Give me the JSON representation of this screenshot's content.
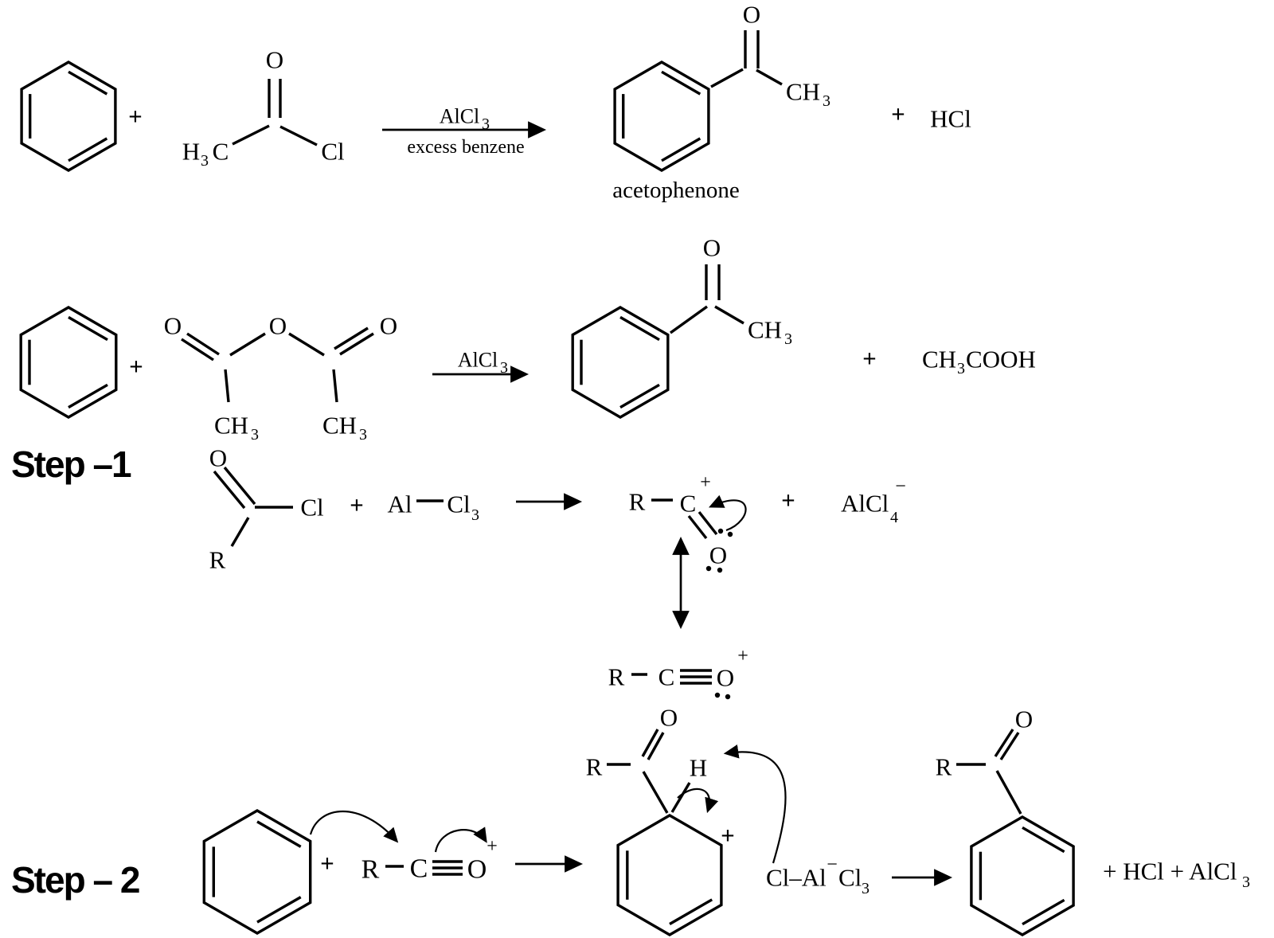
{
  "row1": {
    "plus_reactants": "+",
    "acetyl_chloride": {
      "H": "H",
      "sub3": "3",
      "C": "C",
      "O": "O",
      "Cl": "Cl"
    },
    "conditions": {
      "above": "AlCl",
      "above_sub": "3",
      "below": "excess benzene"
    },
    "acetophenone": {
      "O": "O",
      "CH": "CH",
      "sub3": "3",
      "caption": "acetophenone"
    },
    "plus_products": "+",
    "hcl": "HCl"
  },
  "row2": {
    "plus_reactants": "+",
    "acetic_anhydride": {
      "O_left": "O",
      "O_center": "O",
      "O_right": "O",
      "CH_left": "CH",
      "sub3_left": "3",
      "CH_right": "CH",
      "sub3_right": "3"
    },
    "conditions": {
      "above": "AlCl",
      "above_sub": "3"
    },
    "acetophenone": {
      "O": "O",
      "CH": "CH",
      "sub3": "3"
    },
    "plus_products": "+",
    "acetic_acid": {
      "CH": "CH",
      "sub3": "3",
      "COOH": "COOH"
    }
  },
  "step1": {
    "label": "Step –1",
    "acyl_chloride": {
      "O": "O",
      "Cl": "Cl",
      "R": "R"
    },
    "plus_reactants": "+",
    "alcl3": {
      "Al": "Al",
      "Cl": "Cl",
      "sub3": "3"
    },
    "acylium": {
      "R": "R",
      "C": "C",
      "charge": "+",
      "O": "O"
    },
    "plus_products": "+",
    "alcl4": {
      "AlCl": "AlCl",
      "sub4": "4",
      "charge": "−"
    },
    "resonance": {
      "R": "R",
      "C": "C",
      "O": "O",
      "charge": "+"
    }
  },
  "step2": {
    "label": "Step – 2",
    "plus_reactants": "+",
    "acylium": {
      "R": "R",
      "C": "C",
      "O": "O",
      "charge": "+"
    },
    "arenium": {
      "R": "R",
      "O": "O",
      "H": "H",
      "charge": "+"
    },
    "alcl4": {
      "ClAl": "Cl–Al",
      "charge": "−",
      "Cl": "Cl",
      "sub3": "3"
    },
    "product": {
      "R": "R",
      "O": "O"
    },
    "byproducts": "+ HCl + AlCl",
    "byproducts_sub": "3"
  }
}
